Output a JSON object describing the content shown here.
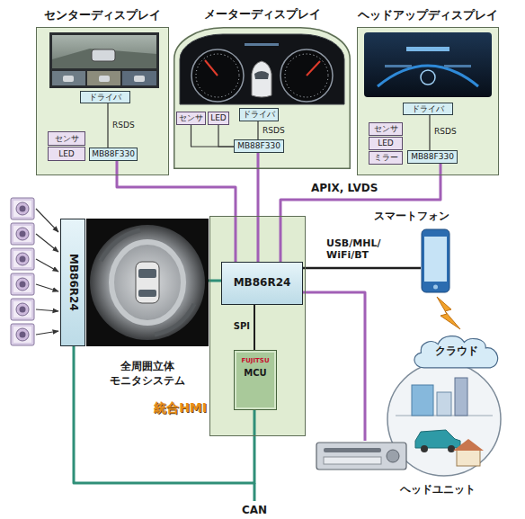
{
  "diagram": {
    "nodes": [
      {
        "text": [
          "センターディスプレイ"
        ]
      },
      {
        "text": [
          "ドライバ"
        ],
        "in": 0
      },
      {
        "text": [
          "センサ"
        ],
        "in": 0
      },
      {
        "text": [
          "LED"
        ],
        "in": 0
      },
      {
        "text": [
          "MB88F330"
        ],
        "in": 0
      },
      {
        "text": [
          "メーターディスプレイ"
        ]
      },
      {
        "text": [
          "センサ"
        ],
        "in": 5
      },
      {
        "text": [
          "LED"
        ],
        "in": 5
      },
      {
        "text": [
          "ドライバ"
        ],
        "in": 5
      },
      {
        "text": [
          "MB88F330"
        ],
        "in": 5
      },
      {
        "text": [
          "ヘッドアップディスプレイ"
        ]
      },
      {
        "text": [
          "ドライバ"
        ],
        "in": 10
      },
      {
        "text": [
          "センサ"
        ],
        "in": 10
      },
      {
        "text": [
          "LED"
        ],
        "in": 10
      },
      {
        "text": [
          "ミラー"
        ],
        "in": 10
      },
      {
        "text": [
          "MB88F330"
        ],
        "in": 10
      },
      {
        "text": [
          "MB86R24"
        ]
      },
      {
        "text": [
          "全周囲立体 モニタシステム"
        ]
      },
      {
        "text": [
          "統合HMI"
        ]
      },
      {
        "text": [
          "MB86R24"
        ],
        "in": 18
      },
      {
        "text": [
          "FUJITSU",
          "MCU"
        ],
        "in": 18
      },
      {
        "text": [
          "スマートフォン"
        ]
      },
      {
        "text": [
          "クラウド"
        ]
      },
      {
        "text": [
          "ヘッドユニット"
        ]
      }
    ],
    "edges": [
      {
        "from": 4,
        "to": 1,
        "label": "RSDS",
        "arrow": "none"
      },
      {
        "from": 9,
        "to": 8,
        "label": "RSDS",
        "arrow": "none"
      },
      {
        "from": 15,
        "to": 11,
        "label": "RSDS",
        "arrow": "none"
      },
      {
        "from": 6,
        "to": 9,
        "arrow": "none"
      },
      {
        "from": 7,
        "to": 9,
        "arrow": "none"
      },
      {
        "from": 4,
        "to": 19,
        "arrow": "none"
      },
      {
        "from": 9,
        "to": 19,
        "arrow": "none"
      },
      {
        "from": 15,
        "to": 19,
        "label": "APIX, LVDS",
        "arrow": "none"
      },
      {
        "from": 17,
        "to": 19,
        "arrow": "none"
      },
      {
        "from": 19,
        "to": 21,
        "label": "USB/MHL/ WiFi/BT",
        "arrow": "none"
      },
      {
        "from": 19,
        "to": 23,
        "arrow": "none"
      },
      {
        "from": 19,
        "to": 20,
        "label": "SPI",
        "arrow": "none"
      },
      {
        "from": 16,
        "to": 20,
        "arrow": "none"
      }
    ],
    "labels": [
      "CAN"
    ]
  }
}
